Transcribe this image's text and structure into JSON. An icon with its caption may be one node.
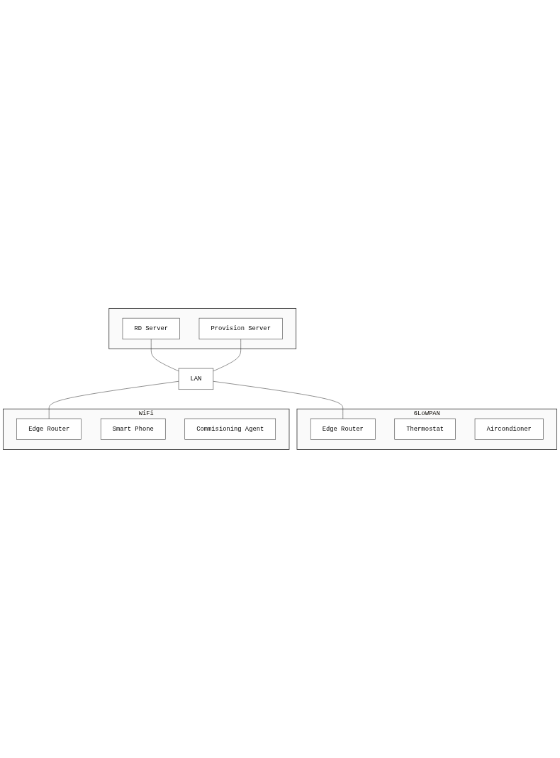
{
  "diagram": {
    "nodes": [
      {
        "text": [],
        "shape": "cloud"
      },
      {
        "text": [
          "RD Server"
        ],
        "in": 0
      },
      {
        "text": [
          "Provision Server"
        ],
        "in": 0
      },
      {
        "text": [
          "6LoWPAN"
        ]
      },
      {
        "text": [
          "Edge Router"
        ],
        "in": 3
      },
      {
        "text": [
          "Thermostat"
        ],
        "in": 3
      },
      {
        "text": [
          "Aircondioner"
        ],
        "in": 3
      },
      {
        "text": [
          "WiFi"
        ]
      },
      {
        "text": [
          "Edge Router"
        ],
        "in": 7
      },
      {
        "text": [
          "Smart Phone"
        ],
        "in": 7
      },
      {
        "text": [
          "Commisioning Agent"
        ],
        "in": 7
      },
      {
        "text": [
          "LAN"
        ]
      }
    ],
    "edges": [
      {
        "from": 1,
        "to": 11,
        "arrow": "none"
      },
      {
        "from": 2,
        "to": 11,
        "arrow": "none"
      },
      {
        "from": 11,
        "to": 4,
        "arrow": "none"
      },
      {
        "from": 11,
        "to": 8,
        "arrow": "none"
      }
    ]
  }
}
